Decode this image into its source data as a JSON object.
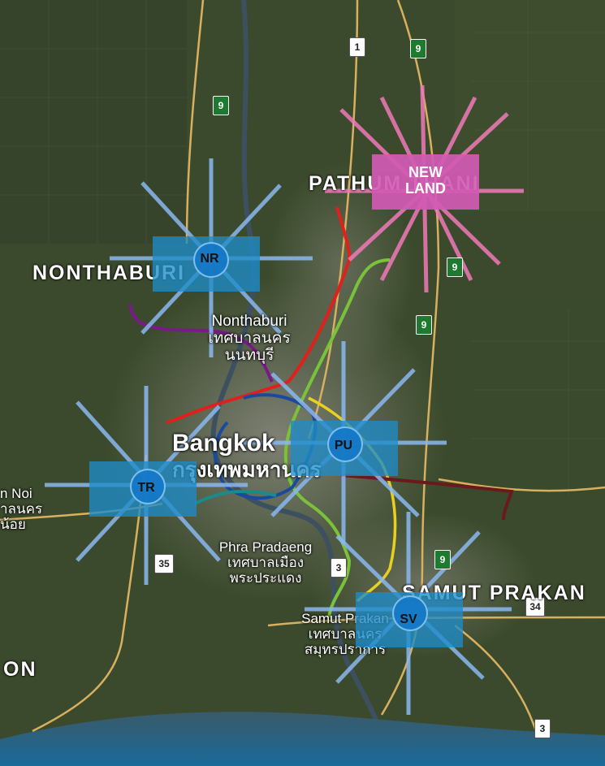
{
  "regions": {
    "pathum_thani": "PATHUM THANI",
    "nonthaburi": "NONTHABURI",
    "samut_prakan": "SAMUT PRAKAN",
    "west_cut": "ON",
    "noi_line1": "n Noi",
    "noi_line2": "าลนคร",
    "noi_line3": "น้อย"
  },
  "cities": {
    "nonthaburi_en": "Nonthaburi",
    "nonthaburi_th1": "เทศบาลนคร",
    "nonthaburi_th2": "นนทบุรี",
    "bangkok_en": "Bangkok",
    "bangkok_th": "กรุงเทพมหานคร",
    "phra_pradaeng_en": "Phra Pradaeng",
    "phra_pradaeng_th1": "เทศบาลเมือง",
    "phra_pradaeng_th2": "พระประแดง",
    "samut_prakan_en": "Samut Prakan",
    "samut_prakan_th1": "เทศบาลนคร",
    "samut_prakan_th2": "สมุทรปราการ"
  },
  "road_shields": {
    "r1": "1",
    "r9a": "9",
    "r9b": "9",
    "r9c": "9",
    "r9d": "9",
    "r9e": "9",
    "r35": "35",
    "r3a": "3",
    "r34": "34",
    "r3b": "3"
  },
  "hubs": {
    "nr": "NR",
    "tr": "TR",
    "pu": "PU",
    "sv": "SV",
    "new_land_1": "NEW",
    "new_land_2": "LAND"
  },
  "colors": {
    "hub_blue": "#1e8cc8",
    "ray_blue": "#8ab8f0",
    "new_land_pink": "#d25ab4",
    "ray_pink": "#f07ab8",
    "line_red": "#e0201a",
    "line_green": "#7ac23a",
    "line_purple": "#7a1a8a",
    "line_yellow": "#e8d020",
    "line_blue": "#1a4aa0",
    "line_teal": "#1a8a8a",
    "line_maroon": "#6a1a1a"
  }
}
